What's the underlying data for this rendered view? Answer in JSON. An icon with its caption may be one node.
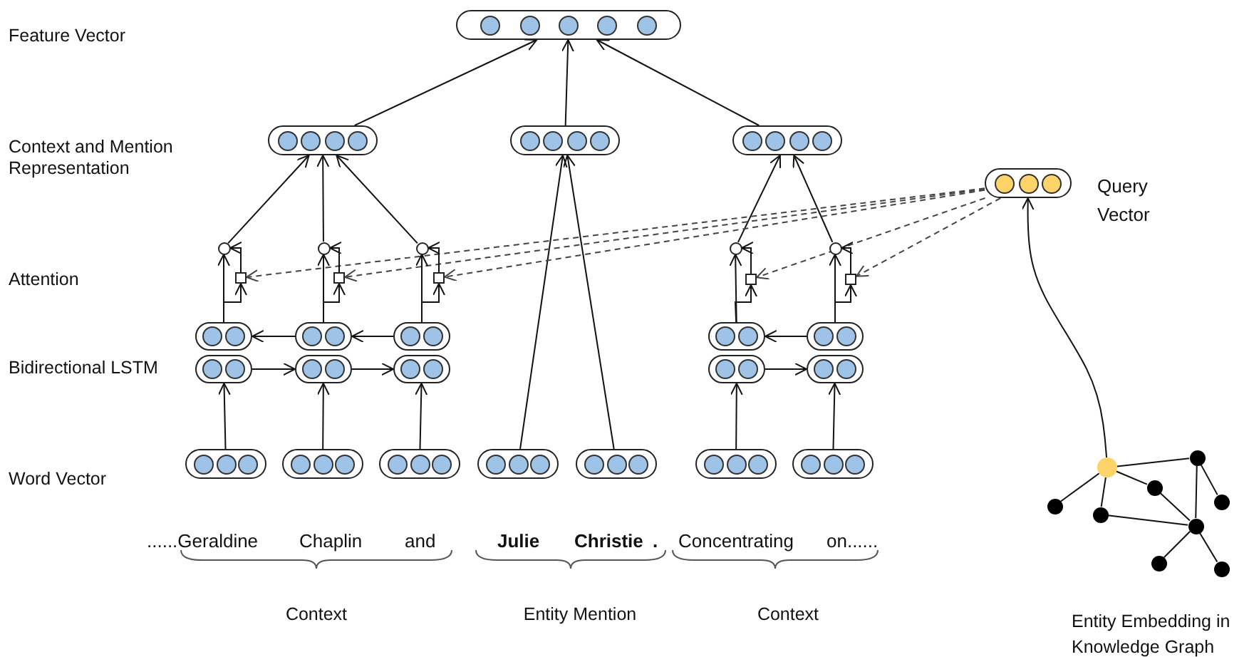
{
  "diagram": {
    "nodes": [
      {
        "text": [],
        "shape": "box"
      },
      {
        "text": [],
        "shape": "box"
      },
      {
        "text": [],
        "shape": "box"
      },
      {
        "text": [],
        "shape": "box"
      },
      {
        "text": [],
        "shape": "box",
        "beside": [
          "Query Vector"
        ]
      },
      {
        "text": [],
        "shape": "circle"
      },
      {
        "text": [],
        "shape": "circle"
      },
      {
        "text": [],
        "shape": "circle"
      },
      {
        "text": [],
        "shape": "circle"
      },
      {
        "text": [],
        "shape": "circle"
      },
      {
        "text": [],
        "shape": "box"
      },
      {
        "text": [],
        "shape": "box"
      },
      {
        "text": [],
        "shape": "box"
      },
      {
        "text": [],
        "shape": "box"
      },
      {
        "text": [],
        "shape": "box"
      },
      {
        "text": [],
        "shape": "box"
      },
      {
        "text": [],
        "shape": "box"
      },
      {
        "text": [],
        "shape": "box"
      },
      {
        "text": [],
        "shape": "box"
      },
      {
        "text": [],
        "shape": "box"
      },
      {
        "text": [],
        "shape": "box"
      },
      {
        "text": [],
        "shape": "box"
      },
      {
        "text": [],
        "shape": "box"
      },
      {
        "text": [],
        "shape": "box"
      },
      {
        "text": [],
        "shape": "box"
      },
      {
        "text": [],
        "shape": "box"
      },
      {
        "text": [],
        "shape": "box"
      },
      {
        "text": [],
        "shape": "box"
      },
      {
        "text": [],
        "shape": "box"
      },
      {
        "text": [],
        "shape": "box"
      },
      {
        "text": [],
        "shape": "box"
      },
      {
        "text": [],
        "shape": "box"
      },
      {
        "text": [],
        "shape": "circle"
      },
      {
        "text": [],
        "shape": "circle"
      },
      {
        "text": [],
        "shape": "circle"
      },
      {
        "text": [],
        "shape": "circle"
      },
      {
        "text": [],
        "shape": "circle"
      },
      {
        "text": [],
        "shape": "circle"
      },
      {
        "text": [],
        "shape": "circle"
      },
      {
        "text": [],
        "shape": "circle"
      },
      {
        "text": [],
        "shape": "circle"
      }
    ],
    "edges": [
      {
        "from": 1,
        "to": 0,
        "arrow": "to"
      },
      {
        "from": 2,
        "to": 0,
        "arrow": "to"
      },
      {
        "from": 3,
        "to": 0,
        "arrow": "to"
      },
      {
        "from": 5,
        "to": 1,
        "arrow": "to"
      },
      {
        "from": 6,
        "to": 1,
        "arrow": "to"
      },
      {
        "from": 7,
        "to": 1,
        "arrow": "to"
      },
      {
        "from": 8,
        "to": 3,
        "arrow": "to"
      },
      {
        "from": 9,
        "to": 3,
        "arrow": "to"
      },
      {
        "from": 28,
        "to": 2,
        "arrow": "to"
      },
      {
        "from": 29,
        "to": 2,
        "arrow": "to"
      },
      {
        "from": 4,
        "to": 10,
        "arrow": "to",
        "style": "dashed"
      },
      {
        "from": 4,
        "to": 11,
        "arrow": "to",
        "style": "dashed"
      },
      {
        "from": 4,
        "to": 12,
        "arrow": "to",
        "style": "dashed"
      },
      {
        "from": 4,
        "to": 13,
        "arrow": "to",
        "style": "dashed"
      },
      {
        "from": 4,
        "to": 14,
        "arrow": "to",
        "style": "dashed"
      },
      {
        "from": 10,
        "to": 5,
        "arrow": "to"
      },
      {
        "from": 11,
        "to": 6,
        "arrow": "to"
      },
      {
        "from": 12,
        "to": 7,
        "arrow": "to"
      },
      {
        "from": 13,
        "to": 8,
        "arrow": "to"
      },
      {
        "from": 14,
        "to": 9,
        "arrow": "to"
      },
      {
        "from": 15,
        "to": 5,
        "arrow": "to"
      },
      {
        "from": 16,
        "to": 6,
        "arrow": "to"
      },
      {
        "from": 17,
        "to": 7,
        "arrow": "to"
      },
      {
        "from": 18,
        "to": 8,
        "arrow": "to"
      },
      {
        "from": 19,
        "to": 9,
        "arrow": "to"
      },
      {
        "from": 15,
        "to": 10,
        "arrow": "to"
      },
      {
        "from": 16,
        "to": 11,
        "arrow": "to"
      },
      {
        "from": 17,
        "to": 12,
        "arrow": "to"
      },
      {
        "from": 18,
        "to": 13,
        "arrow": "to"
      },
      {
        "from": 19,
        "to": 14,
        "arrow": "to"
      },
      {
        "from": 17,
        "to": 16,
        "arrow": "to"
      },
      {
        "from": 16,
        "to": 15,
        "arrow": "to"
      },
      {
        "from": 19,
        "to": 18,
        "arrow": "to"
      },
      {
        "from": 20,
        "to": 21,
        "arrow": "to"
      },
      {
        "from": 21,
        "to": 22,
        "arrow": "to"
      },
      {
        "from": 23,
        "to": 24,
        "arrow": "to"
      },
      {
        "from": 25,
        "to": 20,
        "arrow": "to"
      },
      {
        "from": 26,
        "to": 21,
        "arrow": "to"
      },
      {
        "from": 27,
        "to": 22,
        "arrow": "to"
      },
      {
        "from": 30,
        "to": 23,
        "arrow": "to"
      },
      {
        "from": 31,
        "to": 24,
        "arrow": "to"
      },
      {
        "from": 32,
        "to": 4,
        "arrow": "to"
      },
      {
        "from": 32,
        "to": 33,
        "arrow": "none"
      },
      {
        "from": 32,
        "to": 34,
        "arrow": "none"
      },
      {
        "from": 32,
        "to": 36,
        "arrow": "none"
      },
      {
        "from": 32,
        "to": 37,
        "arrow": "none"
      },
      {
        "from": 33,
        "to": 35,
        "arrow": "none"
      },
      {
        "from": 33,
        "to": 38,
        "arrow": "none"
      },
      {
        "from": 34,
        "to": 38,
        "arrow": "none"
      },
      {
        "from": 37,
        "to": 38,
        "arrow": "none"
      },
      {
        "from": 38,
        "to": 39,
        "arrow": "none"
      },
      {
        "from": 38,
        "to": 40,
        "arrow": "none"
      }
    ],
    "labels": [
      "Feature Vector",
      "Context and Mention Representation",
      "Attention",
      "Bidirectional LSTM",
      "Word Vector",
      "......Geraldine",
      "Chaplin",
      "and",
      "Julie",
      "Christie",
      ".",
      "Concentrating",
      "on......",
      "Context",
      "Entity Mention",
      "Context",
      "Entity Embedding in Knowledge Graph"
    ]
  }
}
